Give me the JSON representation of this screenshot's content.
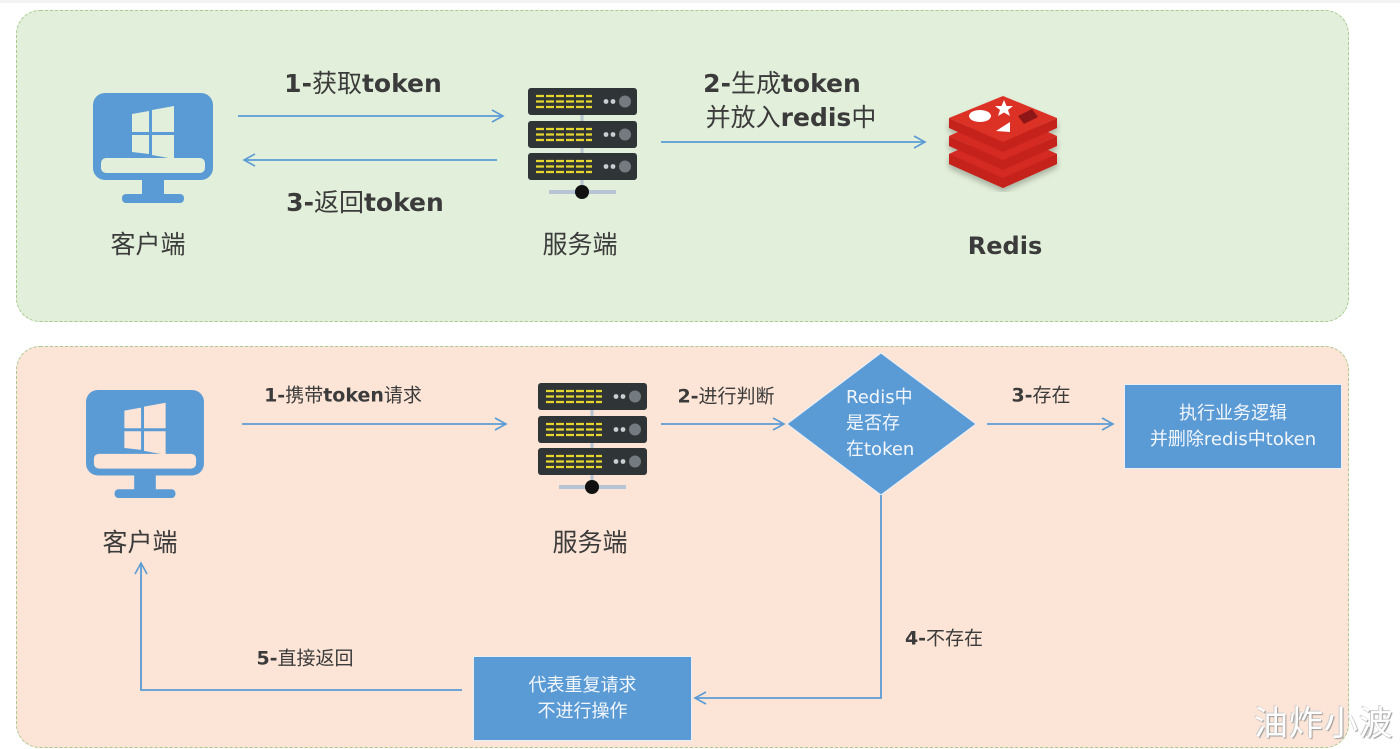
{
  "colors": {
    "top_panel_bg": "#e2efda",
    "bottom_panel_bg": "#fce4d6",
    "panel_border": "#a9c98f",
    "accent_blue": "#5b9bd5",
    "redis_red": "#d52a23"
  },
  "top_flow": {
    "client_label": "客户端",
    "server_label": "服务端",
    "redis_label": "Redis",
    "step1": {
      "num": "1-",
      "cn": "获取",
      "en": "token"
    },
    "step2_line1": {
      "num": "2-",
      "cn": "生成",
      "en": "token"
    },
    "step2_line2": {
      "cn1": "并放入",
      "en": "redis",
      "cn2": "中"
    },
    "step3": {
      "num": "3-",
      "cn": "返回",
      "en": "token"
    }
  },
  "bottom_flow": {
    "client_label": "客户端",
    "server_label": "服务端",
    "step1": {
      "num": "1-",
      "cn1": "携带",
      "en": "token",
      "cn2": "请求"
    },
    "step2": {
      "num": "2-",
      "cn": "进行判断"
    },
    "step3": {
      "num": "3-",
      "cn": "存在"
    },
    "step4": {
      "num": "4-",
      "cn": "不存在"
    },
    "step5": {
      "num": "5-",
      "cn": "直接返回"
    },
    "decision": {
      "line1": "Redis中",
      "line2": "是否存",
      "line3": "在token"
    },
    "exists_box": {
      "line1": "执行业务逻辑",
      "line2": "并删除redis中token"
    },
    "not_exists_box": {
      "line1": "代表重复请求",
      "line2": "不进行操作"
    }
  },
  "watermark": "油炸小波"
}
